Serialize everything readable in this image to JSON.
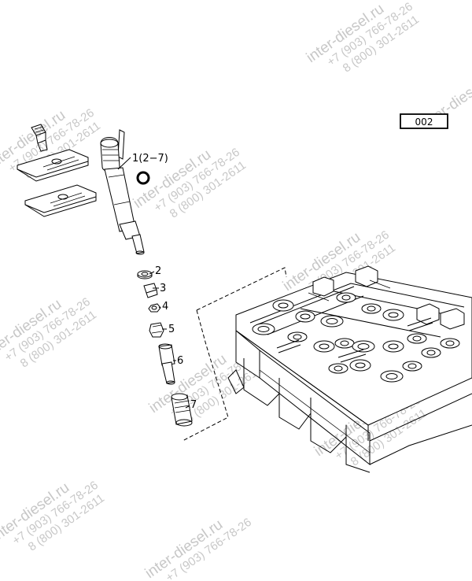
{
  "reference_box": {
    "label": "002"
  },
  "callouts": [
    {
      "id": "c1",
      "text": "1(2−7)"
    },
    {
      "id": "c2",
      "text": "2"
    },
    {
      "id": "c3",
      "text": "3"
    },
    {
      "id": "c4",
      "text": "4"
    },
    {
      "id": "c5",
      "text": "5"
    },
    {
      "id": "c6",
      "text": "6"
    },
    {
      "id": "c7",
      "text": "7"
    }
  ],
  "watermark": {
    "site": "inter-diesel.ru",
    "phone_1": "+7 (903) 766-78-26",
    "phone_2": "8 (800) 301-2611"
  }
}
